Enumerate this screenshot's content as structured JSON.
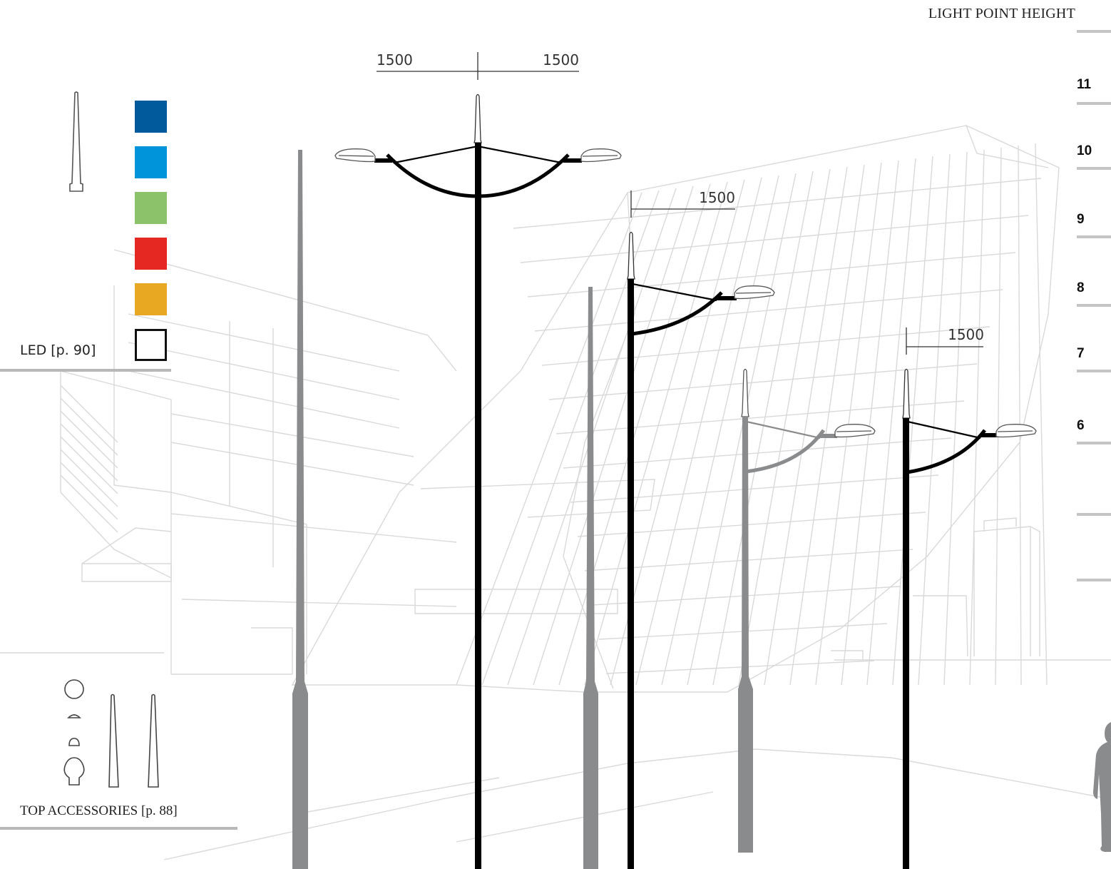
{
  "title": "LIGHT POINT HEIGHT",
  "height_scale": [
    {
      "label": "11",
      "meters": 11
    },
    {
      "label": "10",
      "meters": 10
    },
    {
      "label": "9",
      "meters": 9
    },
    {
      "label": "8",
      "meters": 8
    },
    {
      "label": "7",
      "meters": 7
    },
    {
      "label": "6",
      "meters": 6
    }
  ],
  "led": {
    "label": "LED [p. 90]",
    "colors": [
      {
        "name": "dark-blue",
        "hex": "#005a9b"
      },
      {
        "name": "light-blue",
        "hex": "#0095db"
      },
      {
        "name": "green",
        "hex": "#8bc26a"
      },
      {
        "name": "red",
        "hex": "#e52821"
      },
      {
        "name": "amber",
        "hex": "#e8a821"
      },
      {
        "name": "none",
        "hex": "#ffffff"
      }
    ]
  },
  "top_accessories": {
    "label": "TOP ACCESSORIES [p. 88]"
  },
  "dimensions": {
    "double_arm_left": "1500",
    "double_arm_right": "1500",
    "single_arm_mid": "1500",
    "single_arm_right": "1500"
  },
  "colors": {
    "pole_black": "#000000",
    "pole_grey": "#8a8b8c",
    "background_sketch": "#d6d6d6",
    "rule": "#c2c2c2"
  }
}
